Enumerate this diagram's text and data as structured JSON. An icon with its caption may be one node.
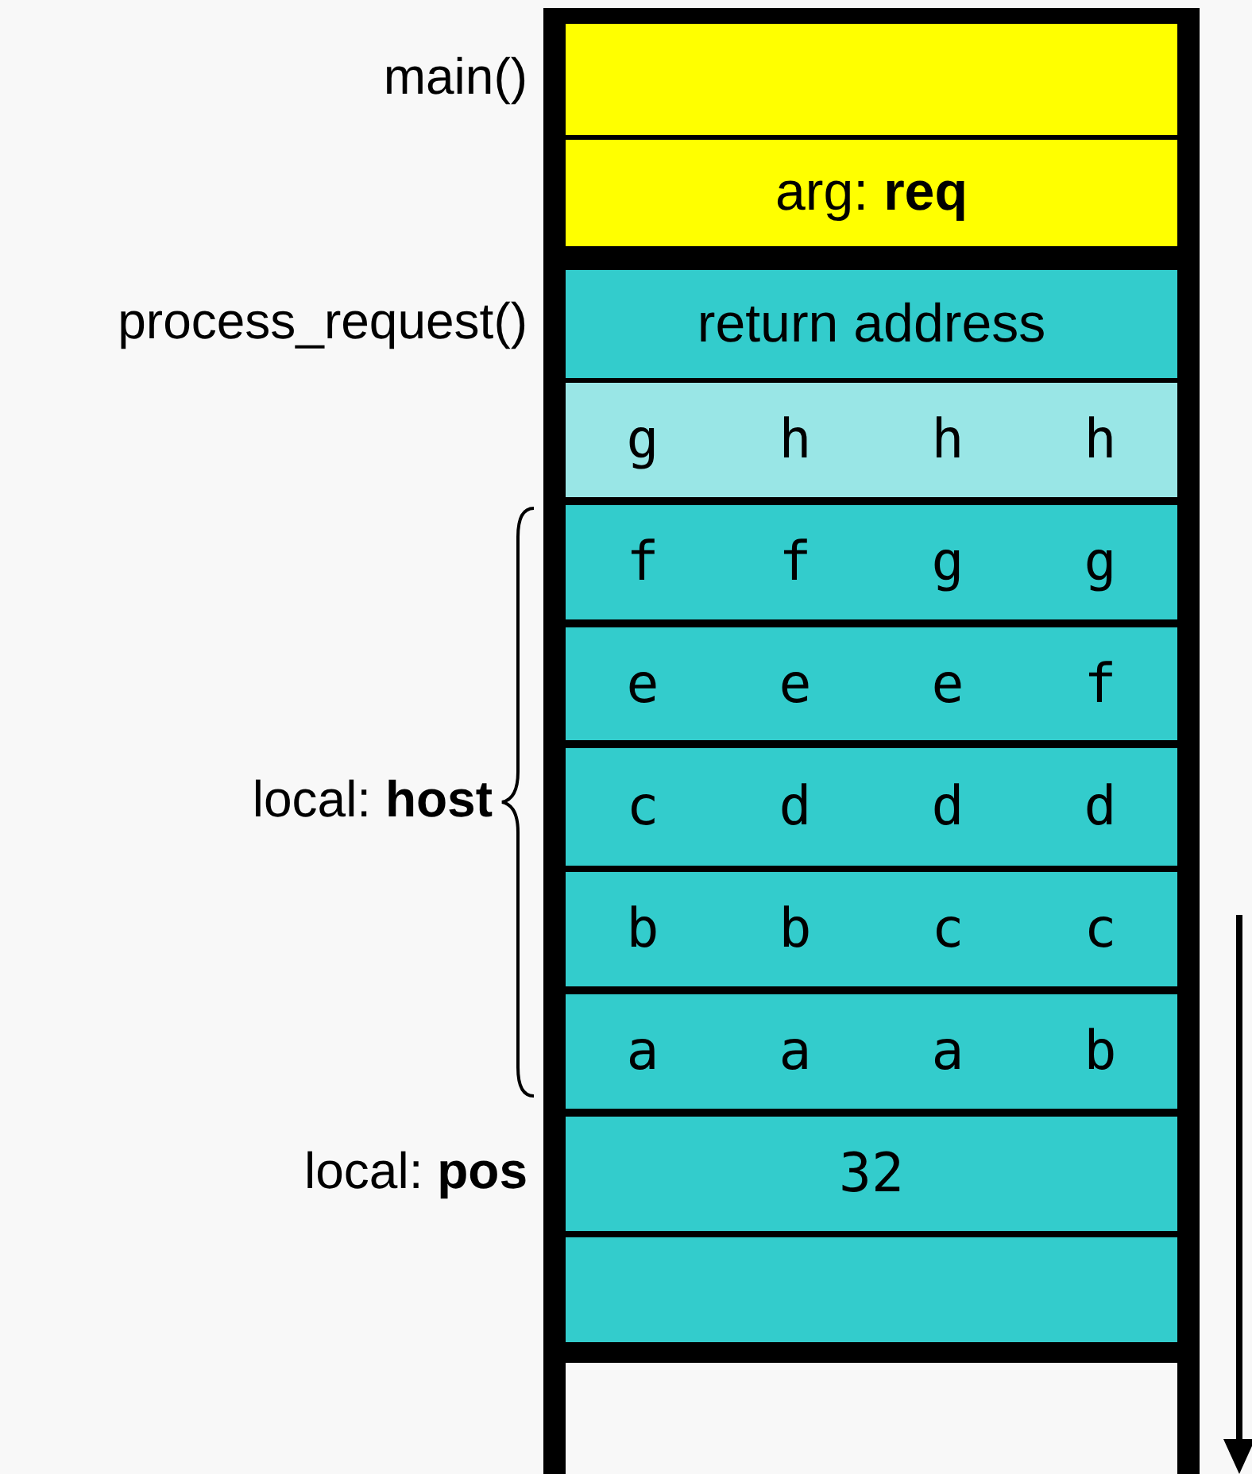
{
  "diagram": {
    "nodes": [
      {
        "text": [],
        "shape": "box",
        "beside": [
          "main()"
        ]
      },
      {
        "text": [
          "arg: **req**"
        ]
      },
      {
        "text": [
          "return address"
        ],
        "beside": [
          "process_request()"
        ]
      },
      {
        "text": [
          "g",
          "h",
          "h",
          "h"
        ]
      },
      {
        "text": [
          "f",
          "f",
          "g",
          "g"
        ]
      },
      {
        "text": [
          "e",
          "e",
          "e",
          "f"
        ]
      },
      {
        "text": [
          "c",
          "d",
          "d",
          "d"
        ]
      },
      {
        "text": [
          "b",
          "b",
          "c",
          "c"
        ]
      },
      {
        "text": [
          "a",
          "a",
          "a",
          "b"
        ]
      },
      {
        "text": [
          "32"
        ],
        "beside": [
          "local: **pos**"
        ]
      },
      {
        "text": [],
        "shape": "box"
      }
    ],
    "labels": [
      "local: **host**"
    ]
  }
}
